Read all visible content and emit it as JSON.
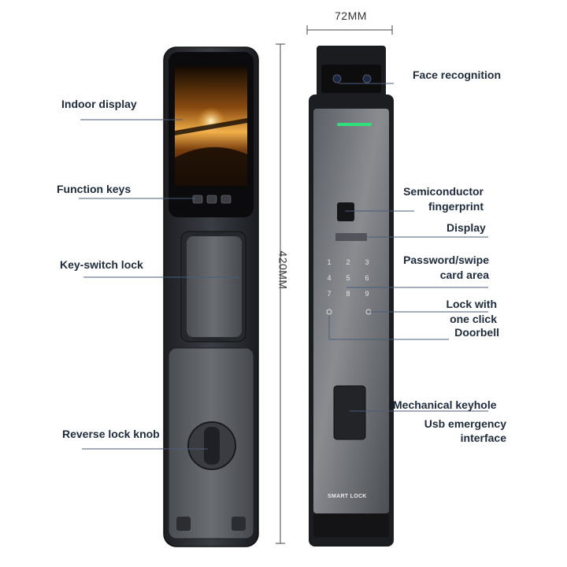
{
  "dimensions": {
    "width": "72MM",
    "height": "420MM"
  },
  "left_labels": {
    "indoor_display": "Indoor display",
    "function_keys": "Function keys",
    "key_switch_lock": "Key-switch lock",
    "reverse_lock_knob": "Reverse lock knob"
  },
  "right_labels": {
    "face_recognition": "Face recognition",
    "fingerprint_line1": "Semiconductor",
    "fingerprint_line2": "fingerprint",
    "display": "Display",
    "password_line1": "Password/swipe",
    "password_line2": "card area",
    "lock_line1": "Lock with",
    "lock_line2": "one click",
    "doorbell": "Doorbell",
    "keyhole": "Mechanical keyhole",
    "usb_line1": "Usb emergency",
    "usb_line2": "interface"
  },
  "device": {
    "brand_text": "SMART LOCK",
    "keypad": [
      "1",
      "2",
      "3",
      "4",
      "5",
      "6",
      "7",
      "8",
      "9"
    ]
  },
  "colors": {
    "body_dark": "#2c2e33",
    "panel_gray": "#5b5e63",
    "indicator_green": "#2fe07a",
    "label_text": "#1e2b3c"
  }
}
